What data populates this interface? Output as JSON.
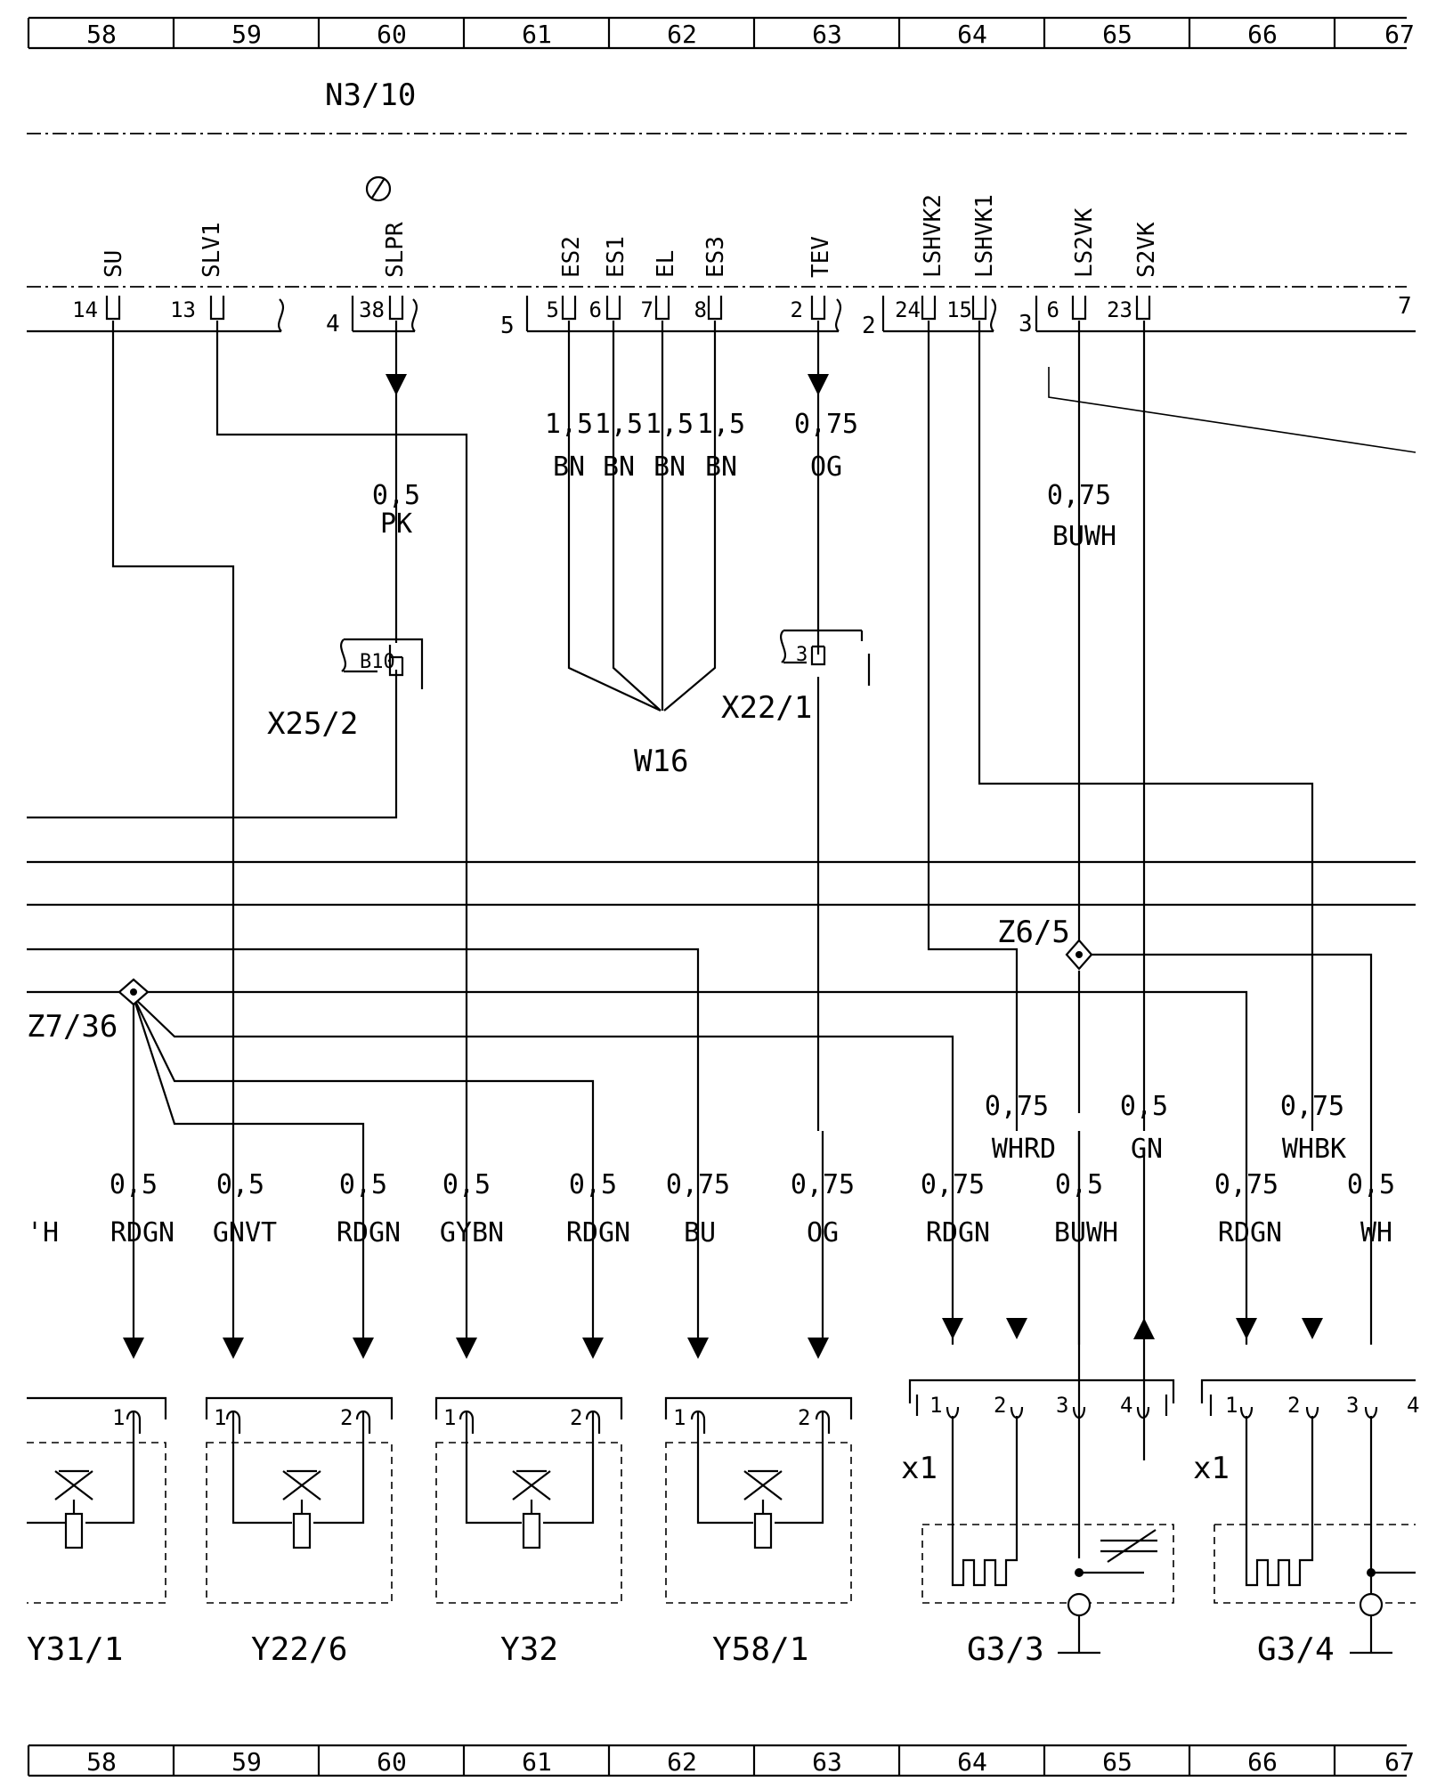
{
  "grid": [
    "58",
    "59",
    "60",
    "61",
    "62",
    "63",
    "64",
    "65",
    "66",
    "67"
  ],
  "module": "N3/10",
  "pins": [
    {
      "name": "SU",
      "num": "14"
    },
    {
      "name": "SLV1",
      "num": "13"
    },
    {
      "name": "SLPR",
      "num": "38"
    },
    {
      "name": "ES2",
      "num": "5"
    },
    {
      "name": "ES1",
      "num": "6"
    },
    {
      "name": "EL",
      "num": "7"
    },
    {
      "name": "ES3",
      "num": "8"
    },
    {
      "name": "TEV",
      "num": "2"
    },
    {
      "name": "LSHVK2",
      "num": "24"
    },
    {
      "name": "LSHVK1",
      "num": "15"
    },
    {
      "name": "LS2VK",
      "num": "6"
    },
    {
      "name": "S2VK",
      "num": "23"
    }
  ],
  "connector_numbers": [
    "4",
    "5",
    "2",
    "3",
    "7"
  ],
  "wires_top": [
    {
      "size": "0,5",
      "color": "PK"
    },
    {
      "size": "1,5",
      "color": "BN"
    },
    {
      "size": "1,5",
      "color": "BN"
    },
    {
      "size": "1,5",
      "color": "BN"
    },
    {
      "size": "1,5",
      "color": "BN"
    },
    {
      "size": "0,75",
      "color": "OG"
    },
    {
      "size": "0,75",
      "color": "BUWH"
    }
  ],
  "connectors": {
    "x25": "X25/2",
    "x25_pin": "B10",
    "x22": "X22/1",
    "x22_pin": "3",
    "w16": "W16",
    "z6": "Z6/5",
    "z7": "Z7/36"
  },
  "wires_mid": [
    {
      "size": "0,75",
      "color": "WHRD"
    },
    {
      "size": "0,5",
      "color": "GN"
    },
    {
      "size": "0,75",
      "color": "WHBK"
    }
  ],
  "wires_bottom": [
    {
      "size": "",
      "color": "'H"
    },
    {
      "size": "0,5",
      "color": "RDGN"
    },
    {
      "size": "0,5",
      "color": "GNVT"
    },
    {
      "size": "0,5",
      "color": "RDGN"
    },
    {
      "size": "0,5",
      "color": "GYBN"
    },
    {
      "size": "0,5",
      "color": "RDGN"
    },
    {
      "size": "0,75",
      "color": "BU"
    },
    {
      "size": "0,75",
      "color": "OG"
    },
    {
      "size": "0,75",
      "color": "RDGN"
    },
    {
      "size": "0,5",
      "color": "BUWH"
    },
    {
      "size": "0,75",
      "color": "RDGN"
    },
    {
      "size": "0,5",
      "color": "WH"
    }
  ],
  "component_pins": [
    "1",
    "2",
    "3",
    "4"
  ],
  "plug_label": "x1",
  "components": [
    "Y31/1",
    "Y22/6",
    "Y32",
    "Y58/1",
    "G3/3",
    "G3/4"
  ]
}
